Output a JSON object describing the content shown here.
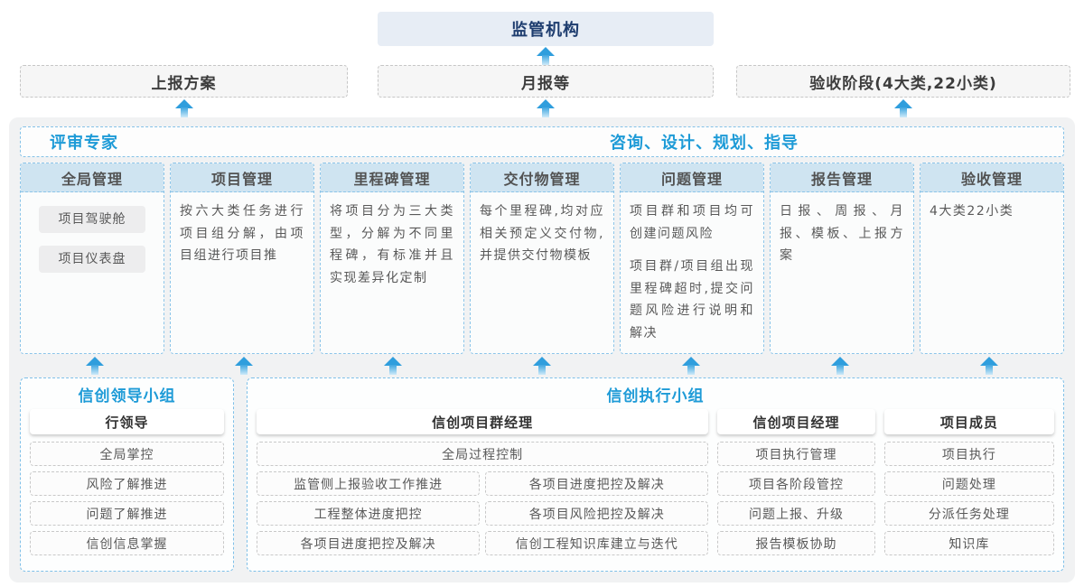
{
  "top": {
    "regulator_label": "监管机构",
    "boxes": [
      "上报方案",
      "月报等",
      "验收阶段(4大类,22小类)"
    ]
  },
  "experts": {
    "left": "评审专家",
    "right": "咨询、设计、规划、指导"
  },
  "columns": [
    {
      "title": "全局管理",
      "buttons": [
        "项目驾驶舱",
        "项目仪表盘"
      ]
    },
    {
      "title": "项目管理",
      "paragraphs": [
        "按六大类任务进行项目组分解，由项目组进行项目推"
      ]
    },
    {
      "title": "里程碑管理",
      "paragraphs": [
        "将项目分为三大类型，分解为不同里程碑，有标准并且实现差异化定制"
      ]
    },
    {
      "title": "交付物管理",
      "paragraphs": [
        "每个里程碑,均对应相关预定义交付物,并提供交付物模板"
      ]
    },
    {
      "title": "问题管理",
      "paragraphs": [
        "项目群和项目均可创建问题风险",
        "项目群/项目组出现里程碑超时,提交问题风险进行说明和解决"
      ]
    },
    {
      "title": "报告管理",
      "paragraphs": [
        "日报、周报、月报、模板、上报方案"
      ]
    },
    {
      "title": "验收管理",
      "paragraphs": [
        "4大类22小类"
      ]
    }
  ],
  "groups": {
    "lead": {
      "title": "信创领导小组",
      "role": "行领导",
      "items": [
        "全局掌控",
        "风险了解推进",
        "问题了解推进",
        "信创信息掌握"
      ]
    },
    "exec": {
      "title": "信创执行小组",
      "pgm": {
        "role": "信创项目群经理",
        "overall": "全局过程控制",
        "rows": [
          [
            "监管侧上报验收工作推进",
            "各项目进度把控及解决"
          ],
          [
            "工程整体进度把控",
            "各项目风险把控及解决"
          ],
          [
            "各项目进度把控及解决",
            "信创工程知识库建立与迭代"
          ]
        ]
      },
      "pm": {
        "role": "信创项目经理",
        "items": [
          "项目执行管理",
          "项目各阶段管控",
          "问题上报、升级",
          "报告模板协助"
        ]
      },
      "member": {
        "role": "项目成员",
        "items": [
          "项目执行",
          "问题处理",
          "分派任务处理",
          "知识库"
        ]
      }
    }
  },
  "colors": {
    "accent_blue": "#1e9bd7",
    "navy_text": "#1d3c6e",
    "header_fill": "#cfe4f1",
    "panel_gray": "#f1f2f3",
    "arrow_blue": "#2f9edd"
  }
}
